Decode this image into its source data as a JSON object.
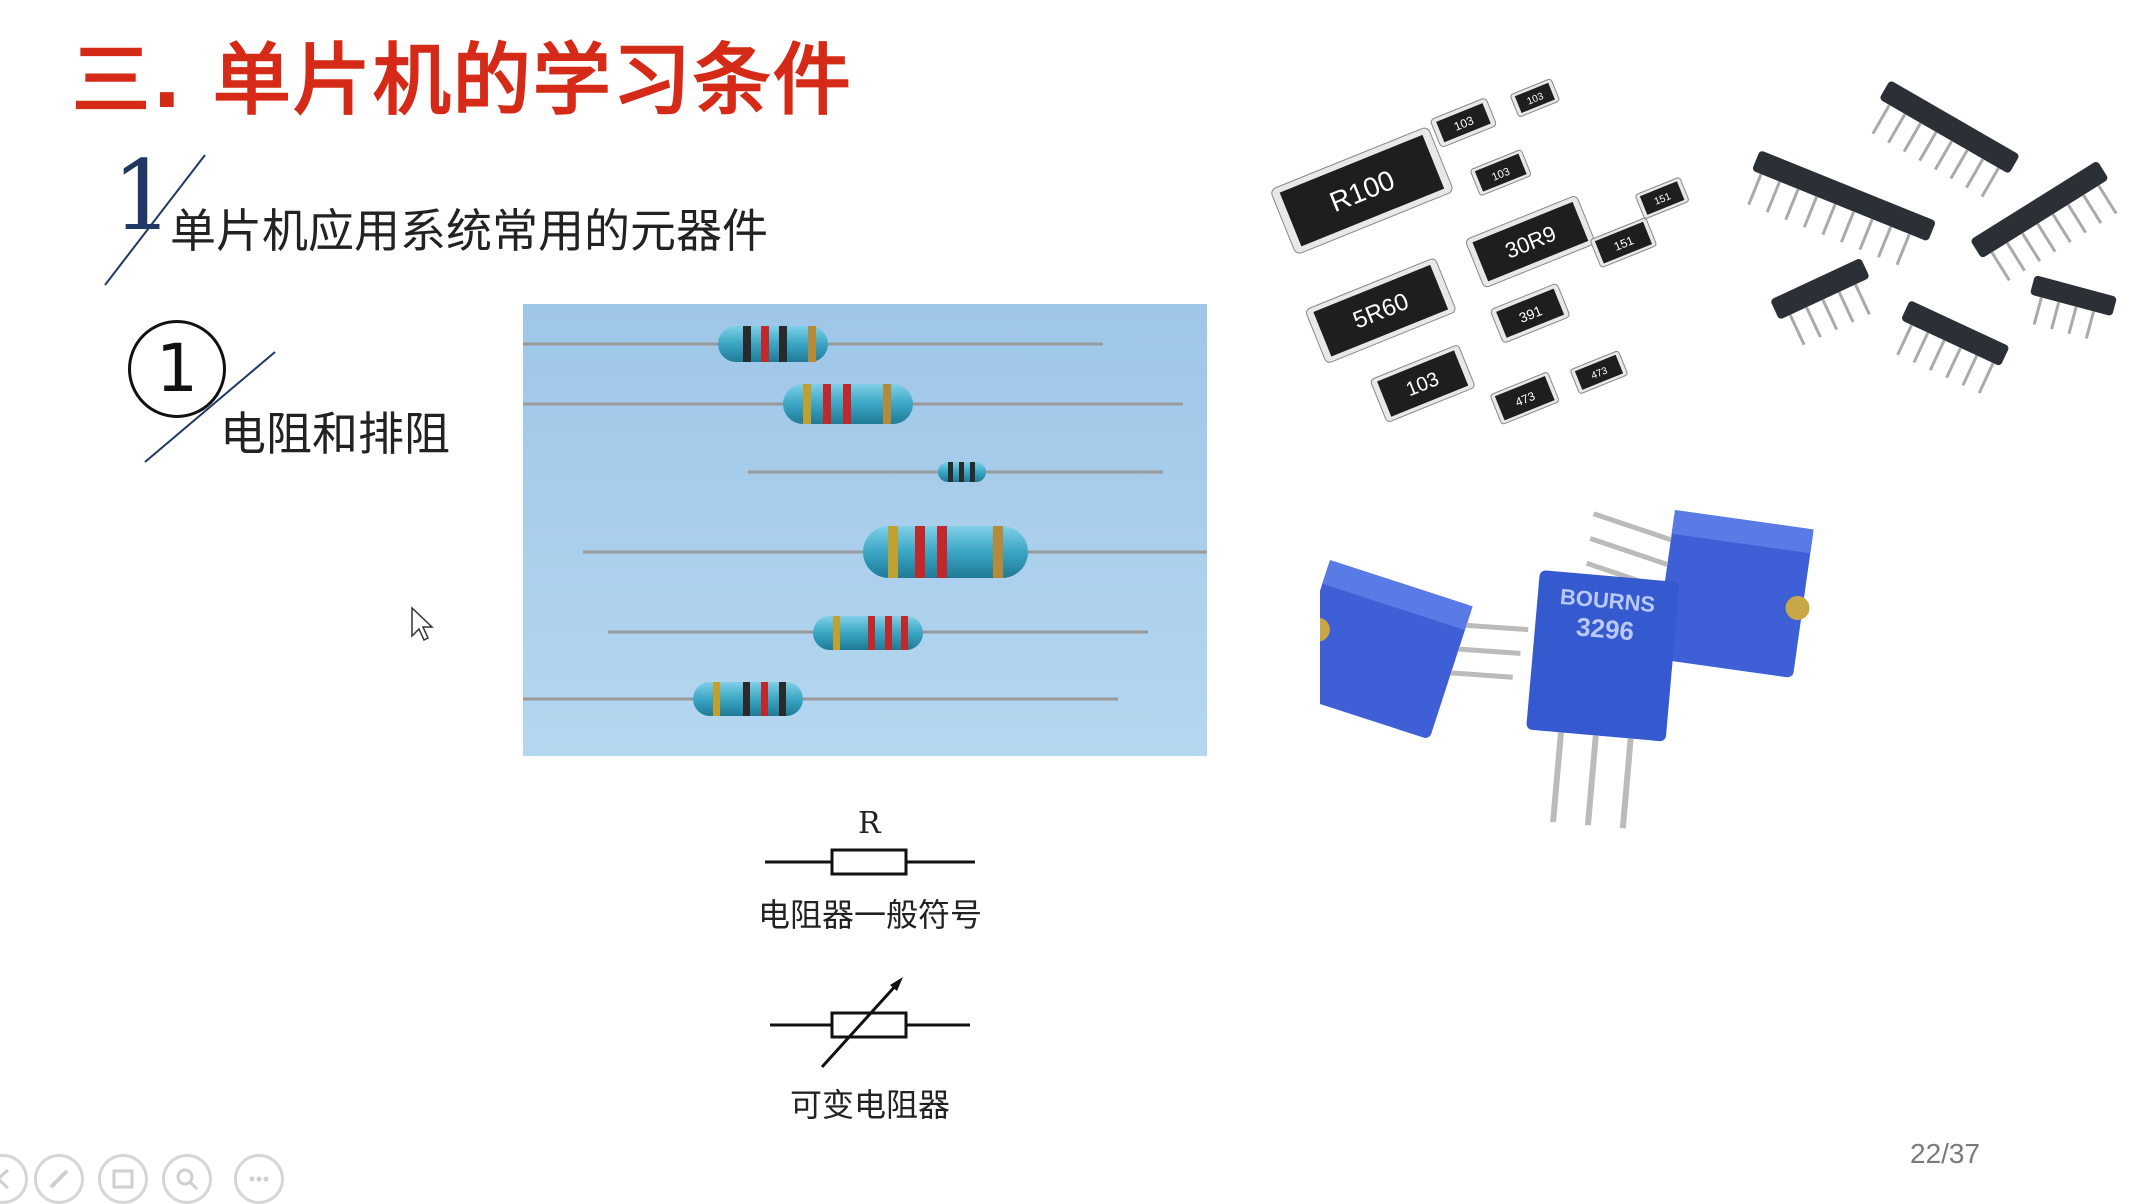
{
  "slide": {
    "title": "三. 单片机的学习条件",
    "section": {
      "number": "1",
      "text": "单片机应用系统常用的元器件"
    },
    "subsection": {
      "number": "1",
      "text": "电阻和排阻"
    },
    "symbols": {
      "resistor_letter": "R",
      "resistor_label": "电阻器一般符号",
      "variable_label": "可变电阻器"
    },
    "smd_codes": [
      "R100",
      "103",
      "103",
      "103",
      "30R9",
      "5R60",
      "151",
      "151",
      "391",
      "103",
      "473",
      "473"
    ],
    "potentiometer_text": [
      "BOURNS",
      "3296"
    ],
    "page_indicator": "22/37"
  },
  "toolbar": {
    "icons": [
      "back-arrow-icon",
      "pen-icon",
      "slides-icon",
      "zoom-icon",
      "more-icon"
    ]
  },
  "colors": {
    "title": "#d42a17",
    "section_number": "#1f3864",
    "resistor_bg": "#a9cfee",
    "resistor_body": "#3aa6c4",
    "pot_blue": "#3e5fd6"
  }
}
